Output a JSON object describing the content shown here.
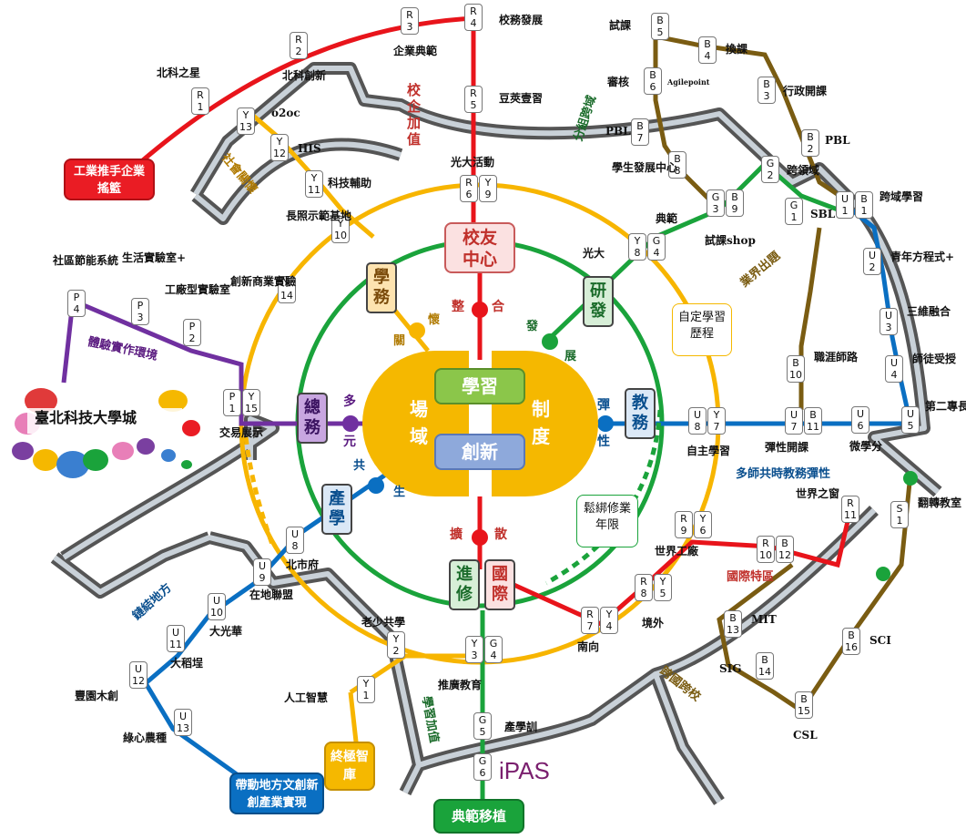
{
  "hub": {
    "learning": "學習",
    "innovation": "創新",
    "field_left": [
      "場",
      "域"
    ],
    "system_right": [
      "制",
      "度"
    ]
  },
  "offices": {
    "alumni": "校友中心",
    "student_affairs": "學務",
    "rnd": "研發",
    "academic": "教務",
    "general": "總務",
    "industry": "產學",
    "extension": "進修",
    "international": "國際"
  },
  "spoke_labels": {
    "integrate_a": "整",
    "integrate_b": "合",
    "develop_a": "發",
    "develop_b": "展",
    "flex_a": "彈",
    "flex_b": "性",
    "diverse_a": "多",
    "diverse_b": "元",
    "cowin_a": "共",
    "cowin_b": "生",
    "expand_a": "擴",
    "expand_b": "散",
    "care_a": "關",
    "care_b": "懷"
  },
  "terminals": {
    "industry_incubation": "工業推手企業搖籃",
    "university_city": "臺北科技大學城",
    "local_culture": "帶動地方文創新創產業實現",
    "ultimate_smart": "終極智庫",
    "model_transplant": "典範移植",
    "ipas": "iPAS"
  },
  "side_notes": {
    "self_learning": "自定學習歷程",
    "flexible_years": "鬆綁修業年限"
  },
  "line_names": {
    "red": "校企加值",
    "yellow": "社會關懷",
    "purple": "體驗實作環境",
    "blue_left": "鏈結地方",
    "green_top": "分組跨域",
    "green_bottom": "學習加值",
    "brown_top": "業界出題",
    "brown_bottom": "跨國跨校",
    "blue_right": "多師共時教務彈性",
    "intl": "國際特區"
  },
  "stations": {
    "R1": {
      "code": [
        "R",
        "1"
      ],
      "name": "北科之星"
    },
    "R2": {
      "code": [
        "R",
        "2"
      ],
      "name": "北科創新"
    },
    "R3": {
      "code": [
        "R",
        "3"
      ],
      "name": "企業典範"
    },
    "R4": {
      "code": [
        "R",
        "4"
      ],
      "name": "校務發展"
    },
    "R5": {
      "code": [
        "R",
        "5"
      ],
      "name": "豆莢壹習"
    },
    "R6Y9": {
      "code": [
        "R",
        "6"
      ],
      "code2": [
        "Y",
        "9"
      ],
      "name": "光大活動"
    },
    "R7Y4": {
      "code": [
        "R",
        "7"
      ],
      "code2": [
        "Y",
        "4"
      ],
      "name": "南向"
    },
    "R8Y5": {
      "code": [
        "R",
        "8"
      ],
      "code2": [
        "Y",
        "5"
      ],
      "name": "境外"
    },
    "R9Y6": {
      "code": [
        "R",
        "9"
      ],
      "code2": [
        "Y",
        "6"
      ],
      "name": "世界工廠"
    },
    "R10B12": {
      "code": [
        "R",
        "10"
      ],
      "code2": [
        "B",
        "12"
      ]
    },
    "R11": {
      "code": [
        "R",
        "11"
      ],
      "name": "世界之窗"
    },
    "Y1": {
      "code": [
        "Y",
        "1"
      ],
      "name": "人工智慧"
    },
    "Y2": {
      "code": [
        "Y",
        "2"
      ],
      "name": "老少共學"
    },
    "Y3G4": {
      "code": [
        "Y",
        "3"
      ],
      "code2": [
        "G",
        "4"
      ],
      "name": "推廣教育"
    },
    "Y8G4": {
      "code": [
        "Y",
        "8"
      ],
      "code2": [
        "G",
        "4"
      ],
      "name": "光大",
      "name2": "典範"
    },
    "Y7U8": {
      "code": [
        "U",
        "8"
      ],
      "code2": [
        "Y",
        "7"
      ],
      "name": "自主學習"
    },
    "Y10": {
      "code": [
        "Y",
        "10"
      ],
      "name": "長照示範基地"
    },
    "Y11": {
      "code": [
        "Y",
        "11"
      ],
      "name": "科技輔助"
    },
    "Y12": {
      "code": [
        "Y",
        "12"
      ],
      "name": "HIS"
    },
    "Y13": {
      "code": [
        "Y",
        "13"
      ],
      "name": "o2oc"
    },
    "Y14": {
      "code": [
        "Y",
        "14"
      ],
      "name": "創新商業實驗"
    },
    "Y15P1": {
      "code": [
        "P",
        "1"
      ],
      "code2": [
        "Y",
        "15"
      ],
      "name": "交易展示"
    },
    "P2": {
      "code": [
        "P",
        "2"
      ],
      "name": "工廠型實驗室"
    },
    "P3": {
      "code": [
        "P",
        "3"
      ],
      "name": "生活實驗室+"
    },
    "P4": {
      "code": [
        "P",
        "4"
      ],
      "name": "社區節能系統"
    },
    "U1B1": {
      "code": [
        "U",
        "1"
      ],
      "code2": [
        "B",
        "1"
      ],
      "name": "跨域學習"
    },
    "U2": {
      "code": [
        "U",
        "2"
      ],
      "name": "青年方程式+"
    },
    "U3": {
      "code": [
        "U",
        "3"
      ],
      "name": "三維融合"
    },
    "U4": {
      "code": [
        "U",
        "4"
      ],
      "name": "師徒受授"
    },
    "U5": {
      "code": [
        "U",
        "5"
      ],
      "name": "第二專長"
    },
    "U6": {
      "code": [
        "U",
        "6"
      ],
      "name": "微學分"
    },
    "U7B11": {
      "code": [
        "U",
        "7"
      ],
      "code2": [
        "B",
        "11"
      ],
      "name": "彈性開課"
    },
    "U8ind": {
      "code": [
        "U",
        "8"
      ],
      "name": "北市府"
    },
    "U9": {
      "code": [
        "U",
        "9"
      ],
      "name": "在地聯盟"
    },
    "U10": {
      "code": [
        "U",
        "10"
      ],
      "name": "大光華"
    },
    "U11": {
      "code": [
        "U",
        "11"
      ],
      "name": "大稻埕"
    },
    "U12": {
      "code": [
        "U",
        "12"
      ],
      "name": "豐園木創"
    },
    "U13": {
      "code": [
        "U",
        "13"
      ],
      "name": "綠心農種"
    },
    "B2": {
      "code": [
        "B",
        "2"
      ],
      "name": "PBL"
    },
    "B3": {
      "code": [
        "B",
        "3"
      ],
      "name": "行政開課"
    },
    "B4": {
      "code": [
        "B",
        "4"
      ],
      "name": "換課"
    },
    "B5": {
      "code": [
        "B",
        "5"
      ],
      "name": "試課"
    },
    "B6": {
      "code": [
        "B",
        "6"
      ],
      "name": "審核",
      "sub": "Agilepoint"
    },
    "B7": {
      "code": [
        "B",
        "7"
      ],
      "name": "PBL"
    },
    "B8": {
      "code": [
        "B",
        "8"
      ],
      "name": "學生發展中心"
    },
    "B10": {
      "code": [
        "B",
        "10"
      ],
      "name": "職涯師路"
    },
    "B13": {
      "code": [
        "B",
        "13"
      ],
      "name": "MIT"
    },
    "B14": {
      "code": [
        "B",
        "14"
      ],
      "name": "SIG"
    },
    "B15": {
      "code": [
        "B",
        "15"
      ],
      "name": "CSL"
    },
    "B16": {
      "code": [
        "B",
        "16"
      ],
      "name": "SCI"
    },
    "G1": {
      "code": [
        "G",
        "1"
      ],
      "name": "SBL"
    },
    "G2": {
      "code": [
        "G",
        "2"
      ],
      "name": "跨領域"
    },
    "G3B9": {
      "code": [
        "G",
        "3"
      ],
      "code2": [
        "B",
        "9"
      ],
      "name": "試課shop"
    },
    "G5": {
      "code": [
        "G",
        "5"
      ],
      "name": "產學訓"
    },
    "G6": {
      "code": [
        "G",
        "6"
      ]
    },
    "S1": {
      "code": [
        "S",
        "1"
      ],
      "name": "翻轉教室"
    }
  }
}
